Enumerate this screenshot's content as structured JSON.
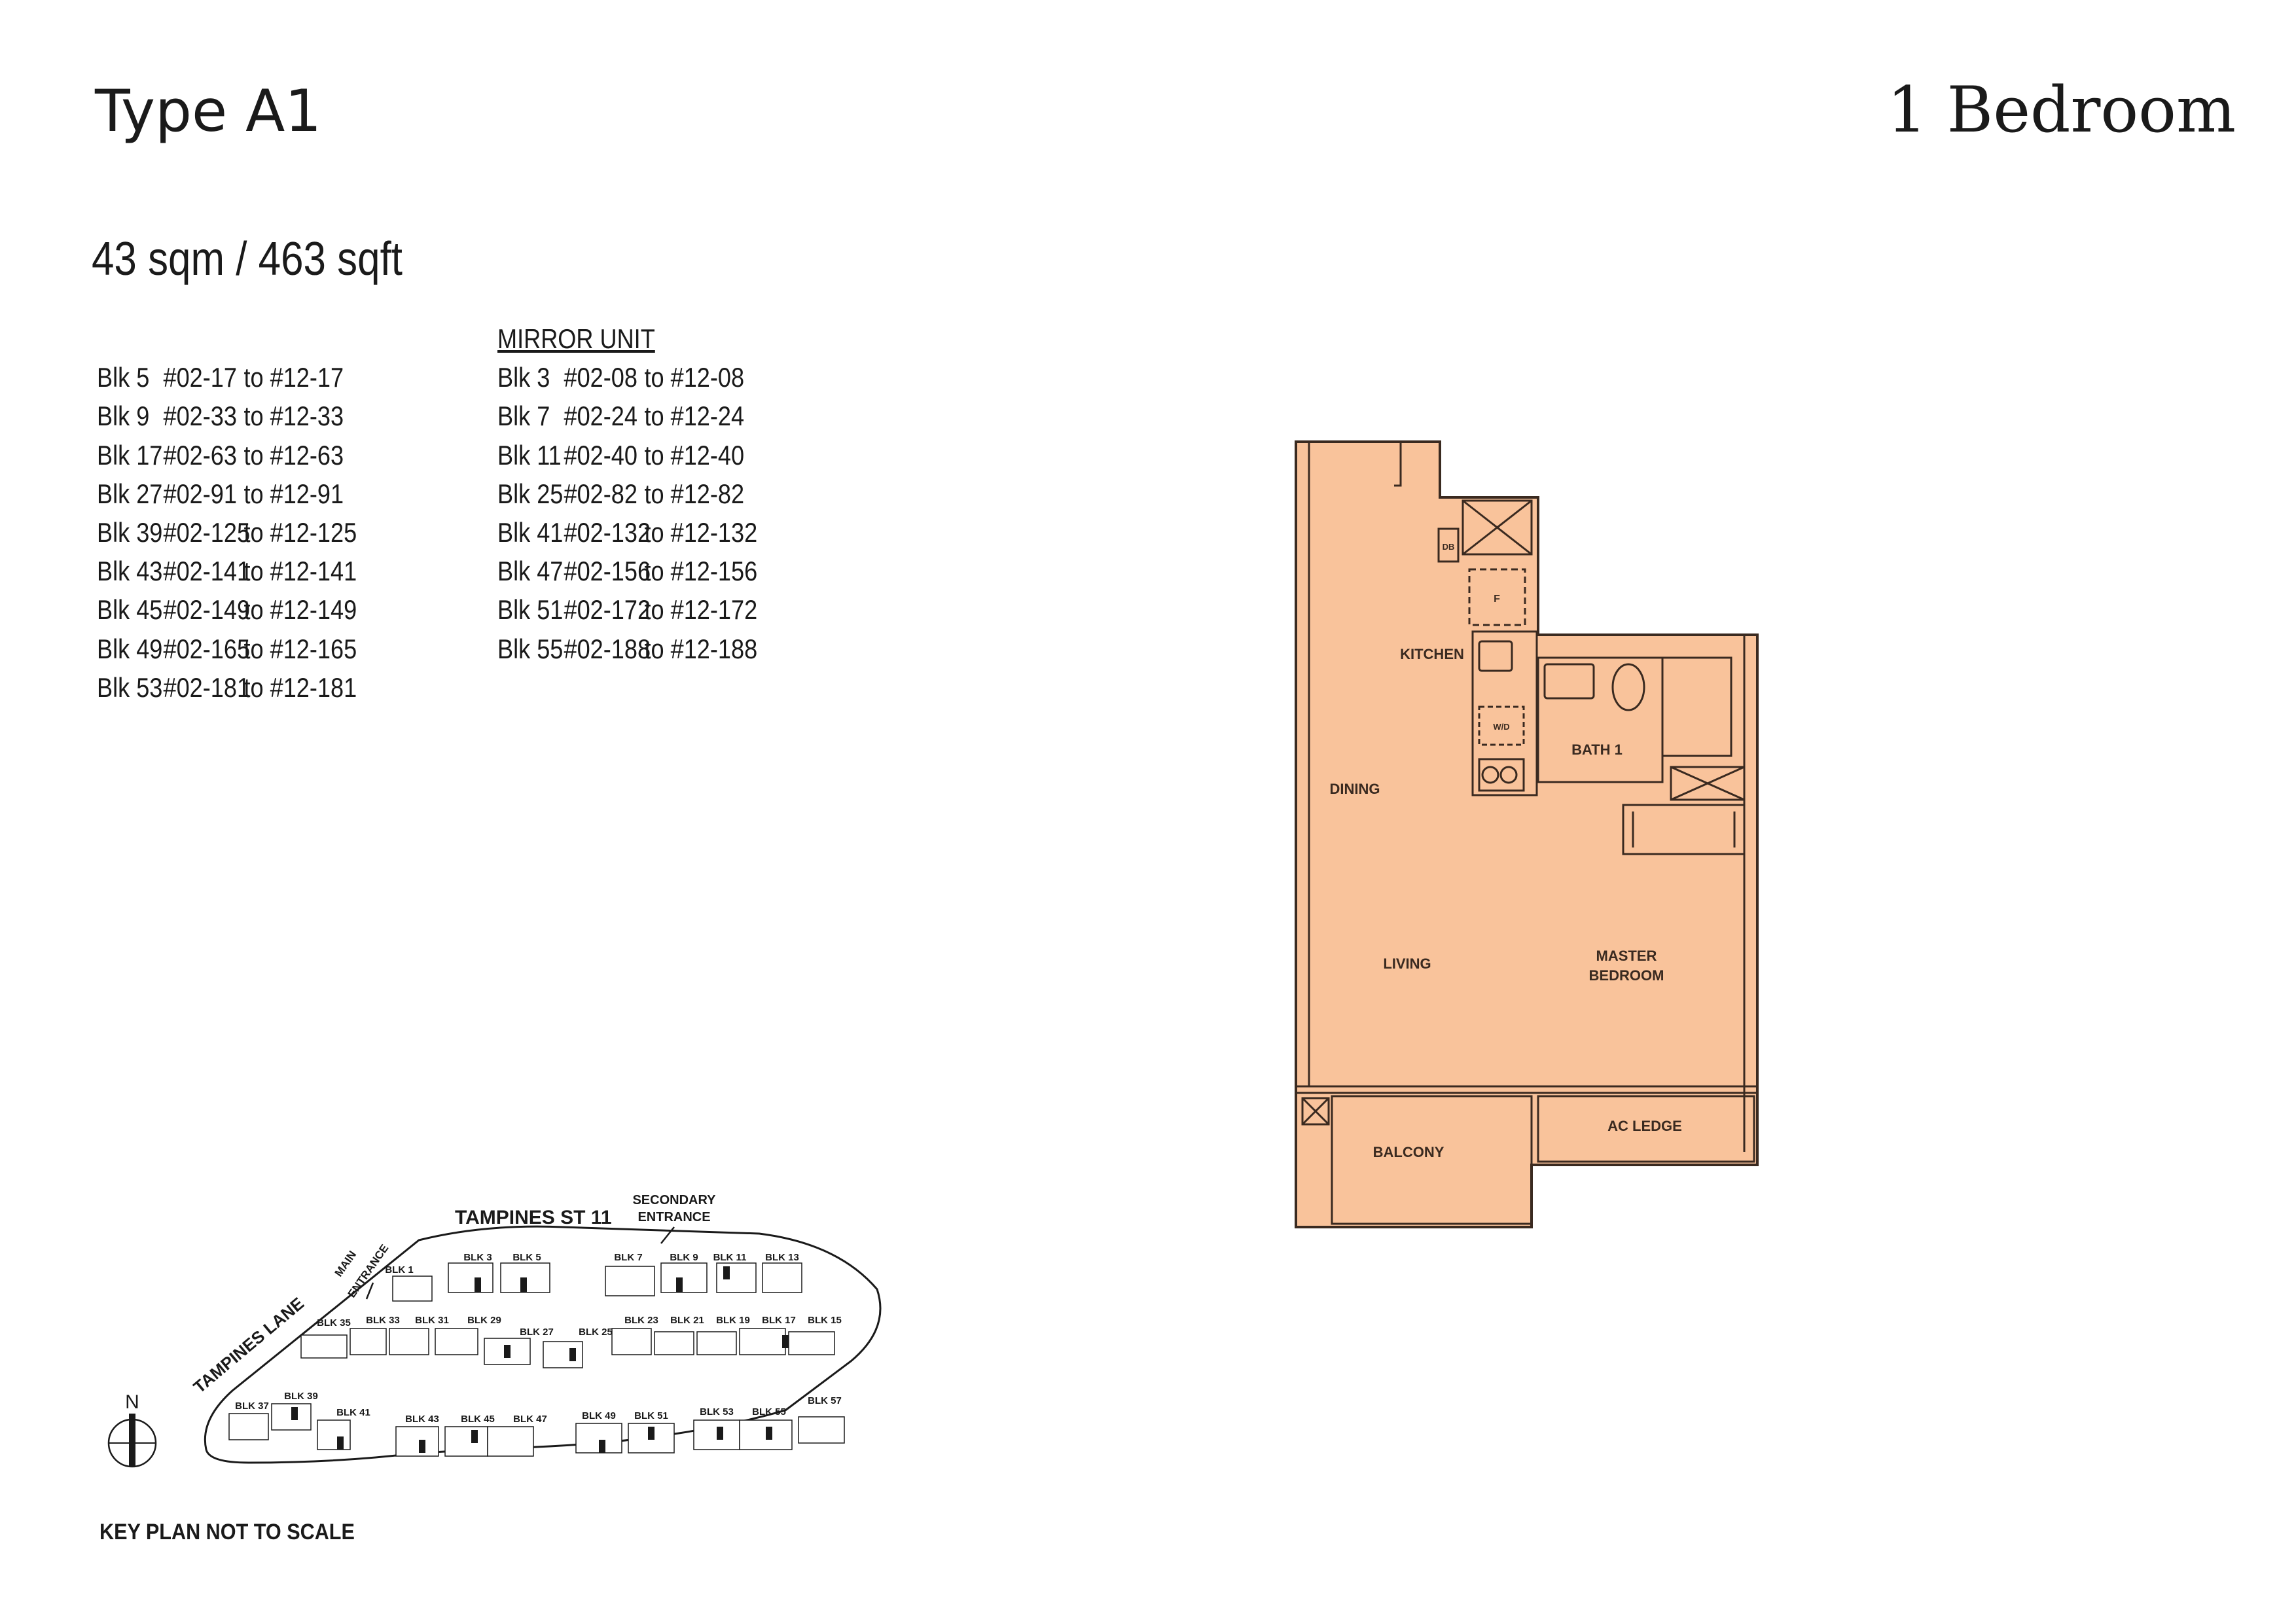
{
  "header": {
    "type_title": "Type A1",
    "bedroom_title": "1 Bedroom",
    "area": "43 sqm / 463 sqft"
  },
  "units": {
    "rows": [
      {
        "blk": "Blk 5",
        "from": "#02-17",
        "to": "to #12-17"
      },
      {
        "blk": "Blk 9",
        "from": "#02-33",
        "to": "to #12-33"
      },
      {
        "blk": "Blk 17",
        "from": "#02-63",
        "to": "to #12-63"
      },
      {
        "blk": "Blk 27",
        "from": "#02-91",
        "to": "to #12-91"
      },
      {
        "blk": "Blk 39",
        "from": "#02-125",
        "to": "to #12-125"
      },
      {
        "blk": "Blk 43",
        "from": "#02-141",
        "to": "to #12-141"
      },
      {
        "blk": "Blk 45",
        "from": "#02-149",
        "to": "to #12-149"
      },
      {
        "blk": "Blk 49",
        "from": "#02-165",
        "to": "to #12-165"
      },
      {
        "blk": "Blk 53",
        "from": "#02-181",
        "to": "to #12-181"
      }
    ],
    "mirror_heading": "MIRROR UNIT",
    "mirror_rows": [
      {
        "blk": "Blk 3",
        "from": "#02-08",
        "to": "to #12-08"
      },
      {
        "blk": "Blk 7",
        "from": "#02-24",
        "to": "to #12-24"
      },
      {
        "blk": "Blk 11",
        "from": "#02-40",
        "to": "to #12-40"
      },
      {
        "blk": "Blk 25",
        "from": "#02-82",
        "to": "to #12-82"
      },
      {
        "blk": "Blk 41",
        "from": "#02-132",
        "to": "to #12-132"
      },
      {
        "blk": "Blk 47",
        "from": "#02-156",
        "to": "to #12-156"
      },
      {
        "blk": "Blk 51",
        "from": "#02-172",
        "to": "to #12-172"
      },
      {
        "blk": "Blk 55",
        "from": "#02-188",
        "to": "to #12-188"
      }
    ]
  },
  "floor_plan": {
    "fill_color": "#f9c39b",
    "line_color": "#3a2a20",
    "labels": {
      "db": "DB",
      "fridge": "F",
      "kitchen": "KITCHEN",
      "wd": "W/D",
      "bath": "BATH 1",
      "dining": "DINING",
      "living": "LIVING",
      "master_1": "MASTER",
      "master_2": "BEDROOM",
      "balcony": "BALCONY",
      "ac_ledge": "AC LEDGE"
    }
  },
  "key_plan": {
    "road_north": "TAMPINES ST 11",
    "road_west": "TAMPINES LANE",
    "secondary_entrance_1": "SECONDARY",
    "secondary_entrance_2": "ENTRANCE",
    "main_entrance_1": "MAIN",
    "main_entrance_2": "ENTRANCE",
    "north": "N",
    "note": "KEY PLAN NOT TO SCALE",
    "blocks": [
      "BLK 1",
      "BLK 3",
      "BLK 5",
      "BLK 7",
      "BLK 9",
      "BLK 11",
      "BLK 13",
      "BLK 35",
      "BLK 33",
      "BLK 31",
      "BLK 29",
      "BLK 27",
      "BLK 25",
      "BLK 23",
      "BLK 21",
      "BLK 19",
      "BLK 17",
      "BLK 15",
      "BLK 37",
      "BLK 39",
      "BLK 41",
      "BLK 43",
      "BLK 45",
      "BLK 47",
      "BLK 49",
      "BLK 51",
      "BLK 53",
      "BLK 55",
      "BLK 57"
    ]
  }
}
